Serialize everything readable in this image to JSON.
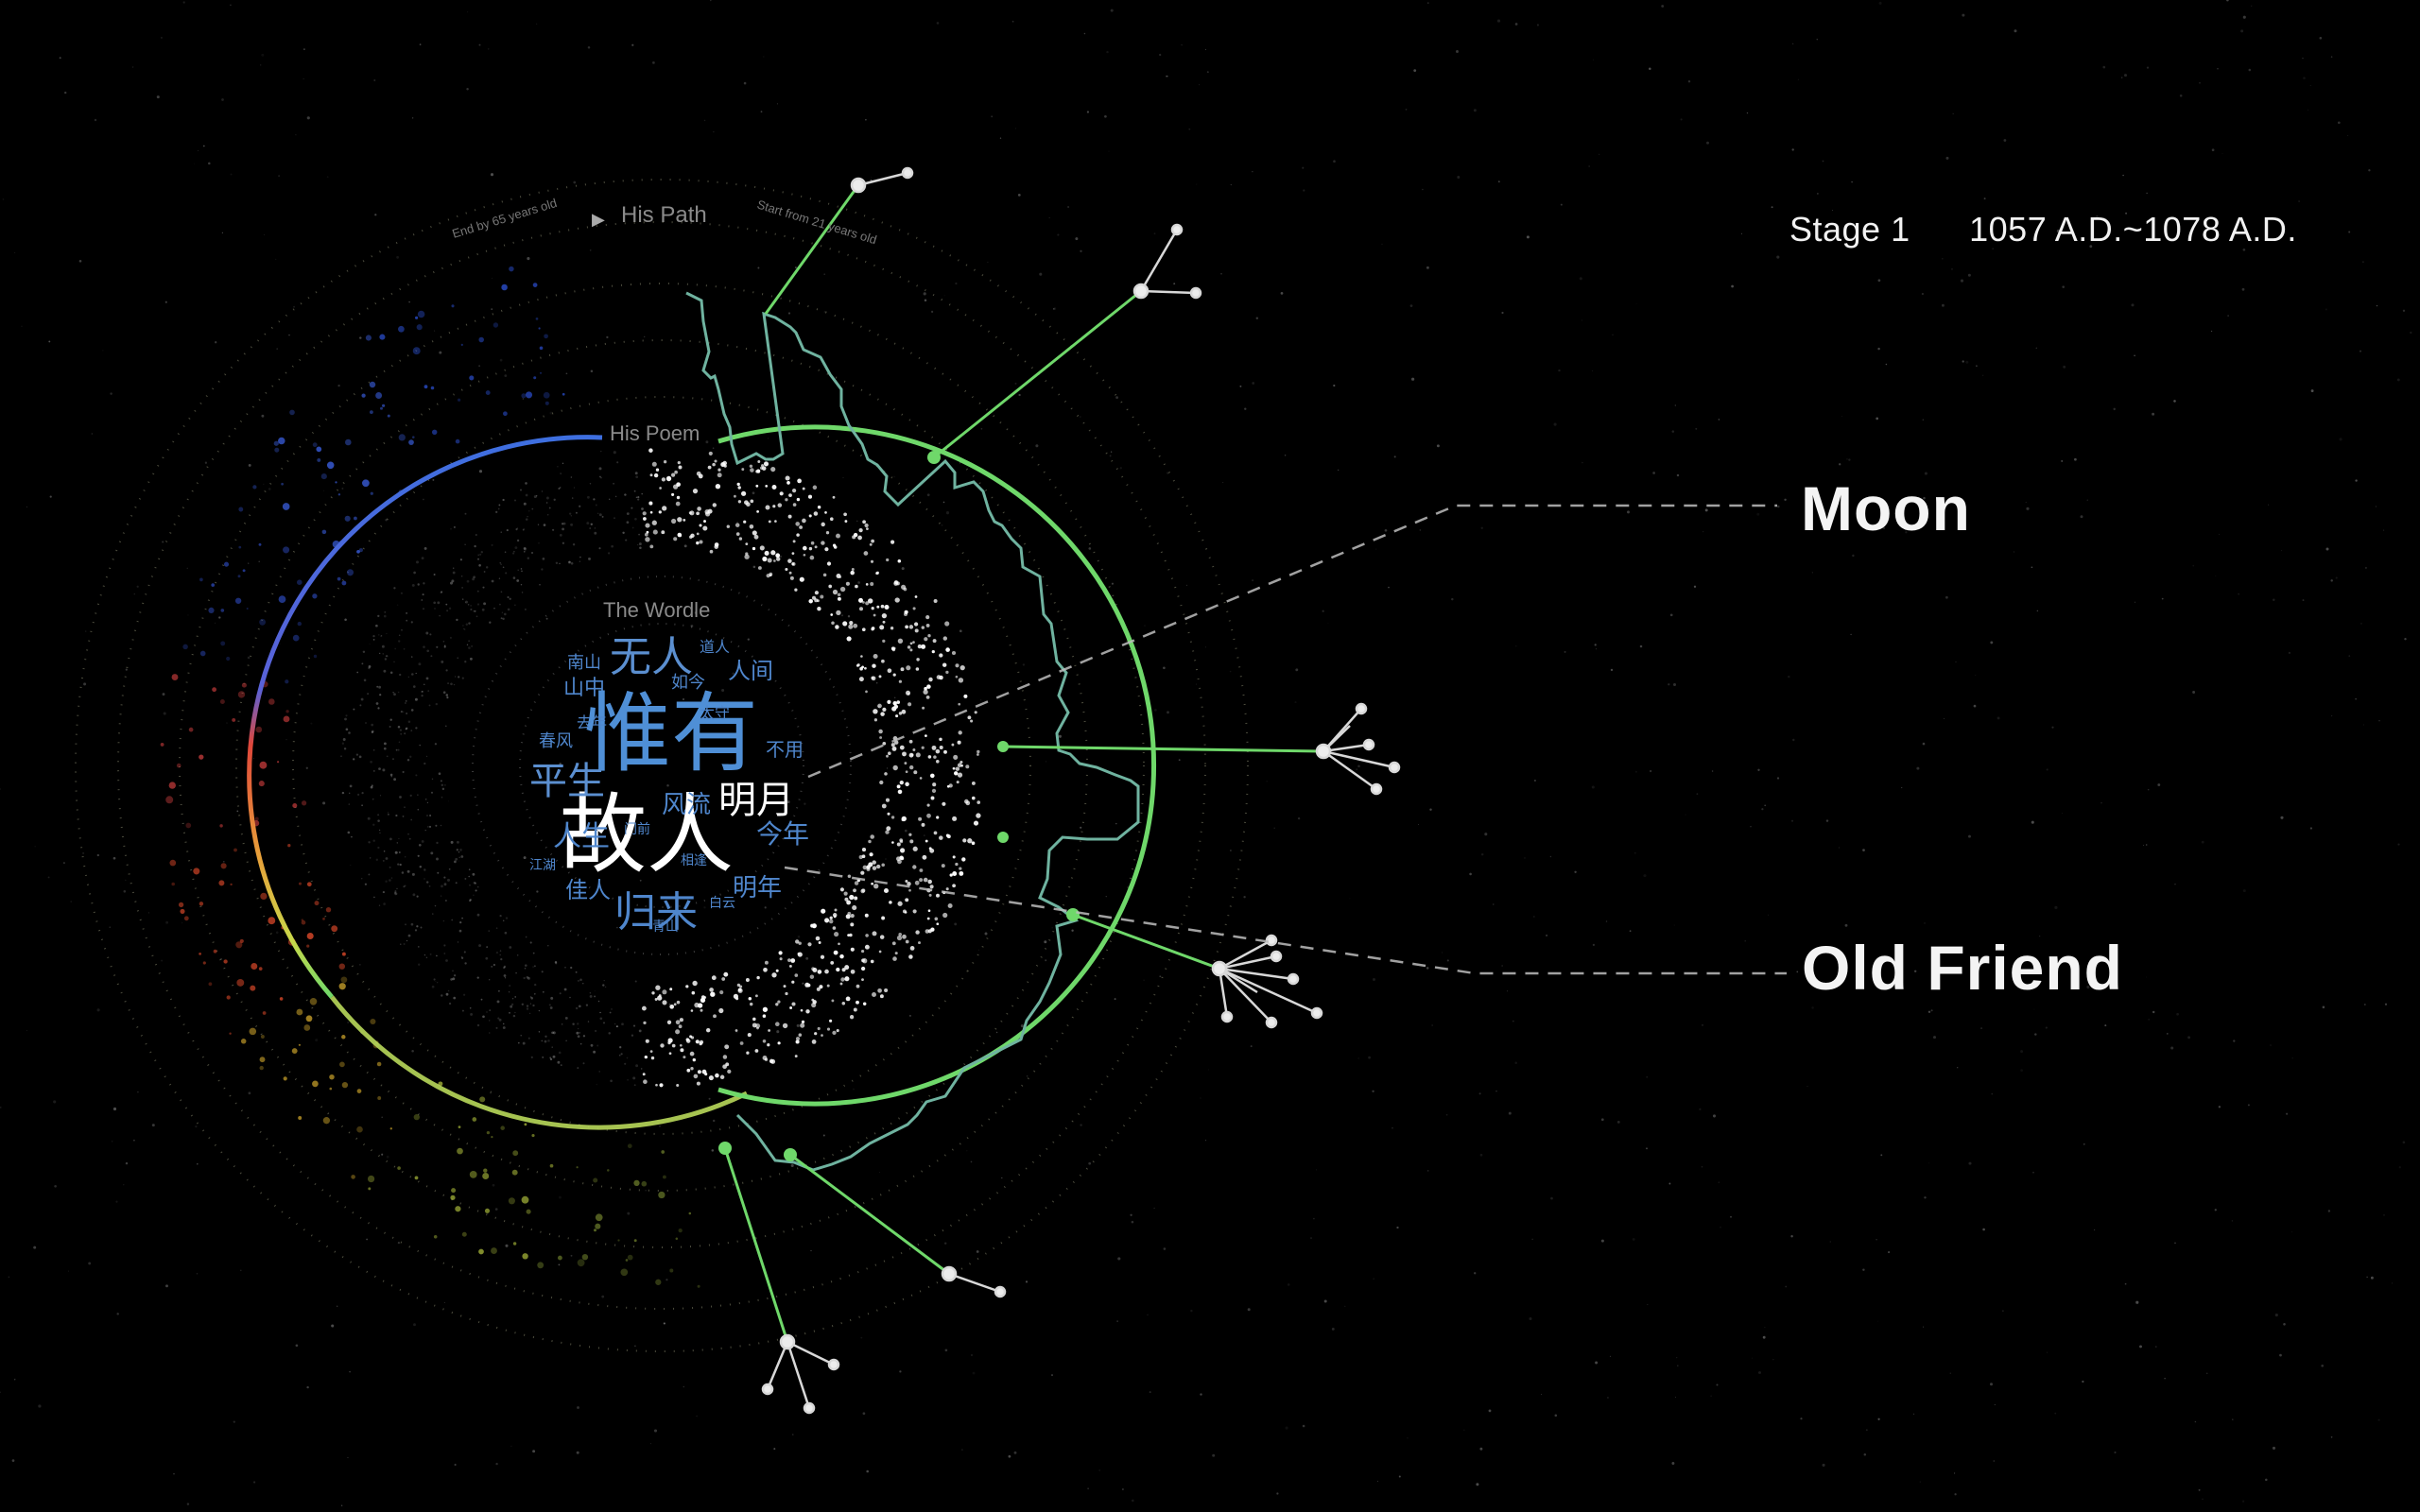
{
  "stage": {
    "label": "Stage 1",
    "years": "1057 A.D.~1078 A.D."
  },
  "labels": {
    "his_path": "His Path",
    "path_end": "End by 65 years old",
    "path_start": "Start from 21 years old",
    "his_poem": "His Poem",
    "wordle": "The Wordle"
  },
  "callouts": {
    "moon": "Moon",
    "old_friend": "Old Friend"
  },
  "wordle_words": [
    {
      "text": "惟有",
      "size": 92,
      "color": "#4f8fd6"
    },
    {
      "text": "故人",
      "size": 92,
      "color": "#ffffff"
    },
    {
      "text": "明月",
      "size": 40,
      "color": "#ffffff"
    },
    {
      "text": "无人",
      "size": 44,
      "color": "#5b8fd0"
    },
    {
      "text": "平生",
      "size": 40,
      "color": "#5b8fd0"
    },
    {
      "text": "归来",
      "size": 44,
      "color": "#4f86cc"
    },
    {
      "text": "人生",
      "size": 30,
      "color": "#4f86cc"
    },
    {
      "text": "今年",
      "size": 28,
      "color": "#4f86cc"
    },
    {
      "text": "明年",
      "size": 26,
      "color": "#4f86cc"
    },
    {
      "text": "人间",
      "size": 24,
      "color": "#4f86cc"
    },
    {
      "text": "风流",
      "size": 26,
      "color": "#4f86cc"
    },
    {
      "text": "佳人",
      "size": 24,
      "color": "#4f86cc"
    },
    {
      "text": "南山",
      "size": 18,
      "color": "#4f86cc"
    },
    {
      "text": "山中",
      "size": 22,
      "color": "#4f86cc"
    },
    {
      "text": "如今",
      "size": 18,
      "color": "#4f86cc"
    },
    {
      "text": "不用",
      "size": 20,
      "color": "#4f86cc"
    },
    {
      "text": "春风",
      "size": 18,
      "color": "#4f86cc"
    },
    {
      "text": "道人",
      "size": 16,
      "color": "#4f86cc"
    },
    {
      "text": "太守",
      "size": 16,
      "color": "#4f86cc"
    },
    {
      "text": "相逢",
      "size": 14,
      "color": "#4f86cc"
    },
    {
      "text": "白云",
      "size": 14,
      "color": "#4f86cc"
    },
    {
      "text": "门前",
      "size": 14,
      "color": "#4f86cc"
    },
    {
      "text": "青山",
      "size": 14,
      "color": "#4f86cc"
    },
    {
      "text": "去年",
      "size": 16,
      "color": "#4f86cc"
    },
    {
      "text": "江湖",
      "size": 14,
      "color": "#4f86cc"
    }
  ],
  "colors": {
    "path_green": "#7fd07a",
    "path_blue": "#4a7fd8",
    "poem_arc_blue": "#3e6fe0",
    "poem_arc_red": "#e0473a",
    "poem_arc_yellow": "#d8d94a",
    "poem_arc_green": "#6fd86a",
    "branch_white": "#d8d8d8",
    "callout_line": "#bdbdbd"
  },
  "icons": [
    "play-arrow-icon"
  ]
}
